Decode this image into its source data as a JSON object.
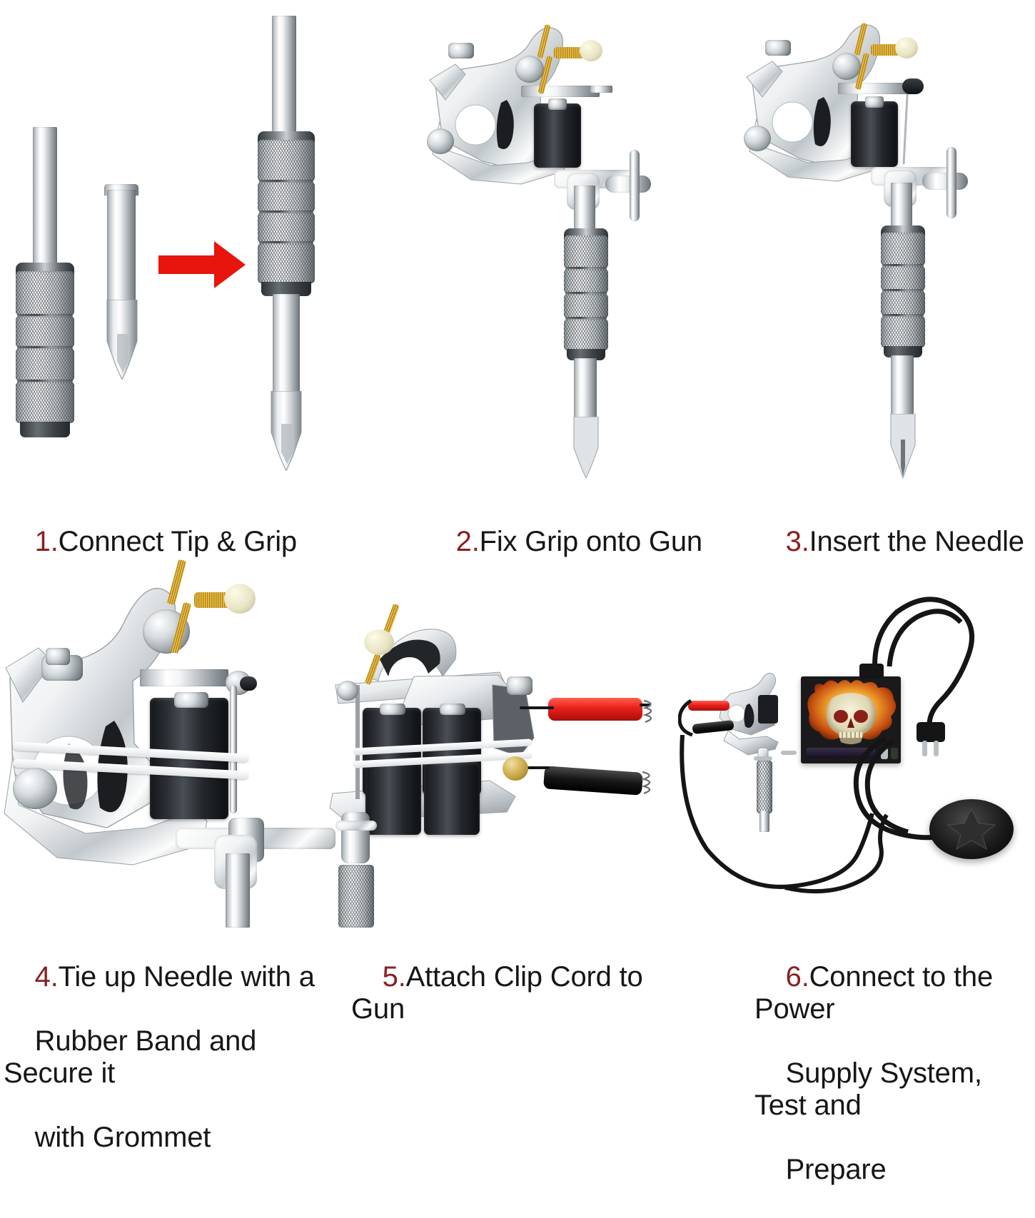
{
  "document": {
    "title": "Tattoo Machine Assembly Instructions",
    "background_color": "#ffffff",
    "layout": "6 panels, 2 rows x 3 columns",
    "caption_text_color": "#161616",
    "caption_number_color": "#8B2020"
  },
  "steps": [
    {
      "number": "1.",
      "label": "Connect Tip & Grip",
      "lines": [
        "Connect Tip & Grip"
      ],
      "illustration": "tattoo-grip-and-tip-with-red-arrow-to-assembled-unit",
      "parts": [
        "knurled-grip",
        "needle-tip-tube",
        "assembled-grip-with-tip"
      ],
      "arrow_color": "#E8140E"
    },
    {
      "number": "2.",
      "label": "Fix Grip onto Gun",
      "lines": [
        "Fix Grip onto Gun"
      ],
      "illustration": "coil-tattoo-machine-with-grip-attached",
      "parts": [
        "chrome-frame",
        "black-coil",
        "brass-contact-screw",
        "knurled-grip",
        "tube-vise"
      ]
    },
    {
      "number": "3.",
      "label": "Insert the Needle",
      "lines": [
        "Insert the Needle"
      ],
      "illustration": "coil-tattoo-machine-with-needle-inserted",
      "parts": [
        "chrome-frame",
        "black-coil",
        "needle-bar",
        "rubber-nipple",
        "knurled-grip"
      ]
    },
    {
      "number": "4.",
      "label": "Tie up Needle with a Rubber Band and Secure it with Grommet",
      "lines": [
        "Tie up Needle with a",
        "Rubber Band and Secure it",
        "with Grommet"
      ],
      "illustration": "machine-closeup-with-rubber-band-wrapped-around-coils",
      "parts": [
        "rubber-band",
        "chrome-frame",
        "black-coil",
        "brass-contact-screw",
        "armature-bar"
      ]
    },
    {
      "number": "5.",
      "label": "Attach Clip Cord to Gun",
      "lines": [
        "Attach Clip Cord to Gun"
      ],
      "illustration": "machine-closeup-with-red-and-black-clip-cord-clips-attached",
      "parts": [
        "red-alligator-clip",
        "black-alligator-clip",
        "dual-coils",
        "binding-post"
      ]
    },
    {
      "number": "6.",
      "label": "Connect to the Power Supply System, Test and Prepare",
      "lines": [
        "Connect to the Power",
        "Supply System, Test and",
        "Prepare"
      ],
      "illustration": "full-kit-machine-power-supply-foot-pedal-and-power-cord",
      "parts": [
        "tattoo-machine",
        "flaming-skull-power-supply",
        "foot-pedal",
        "power-cord-with-plug",
        "clip-cord"
      ],
      "power_supply_graphic": "flaming-skull",
      "power_supply_colors": {
        "box": "#1a1a1c",
        "flame_outer": "#e8821e",
        "flame_inner": "#f6dd63",
        "skull": "#efe9c8",
        "eye_socket": "#8c2018"
      }
    }
  ]
}
